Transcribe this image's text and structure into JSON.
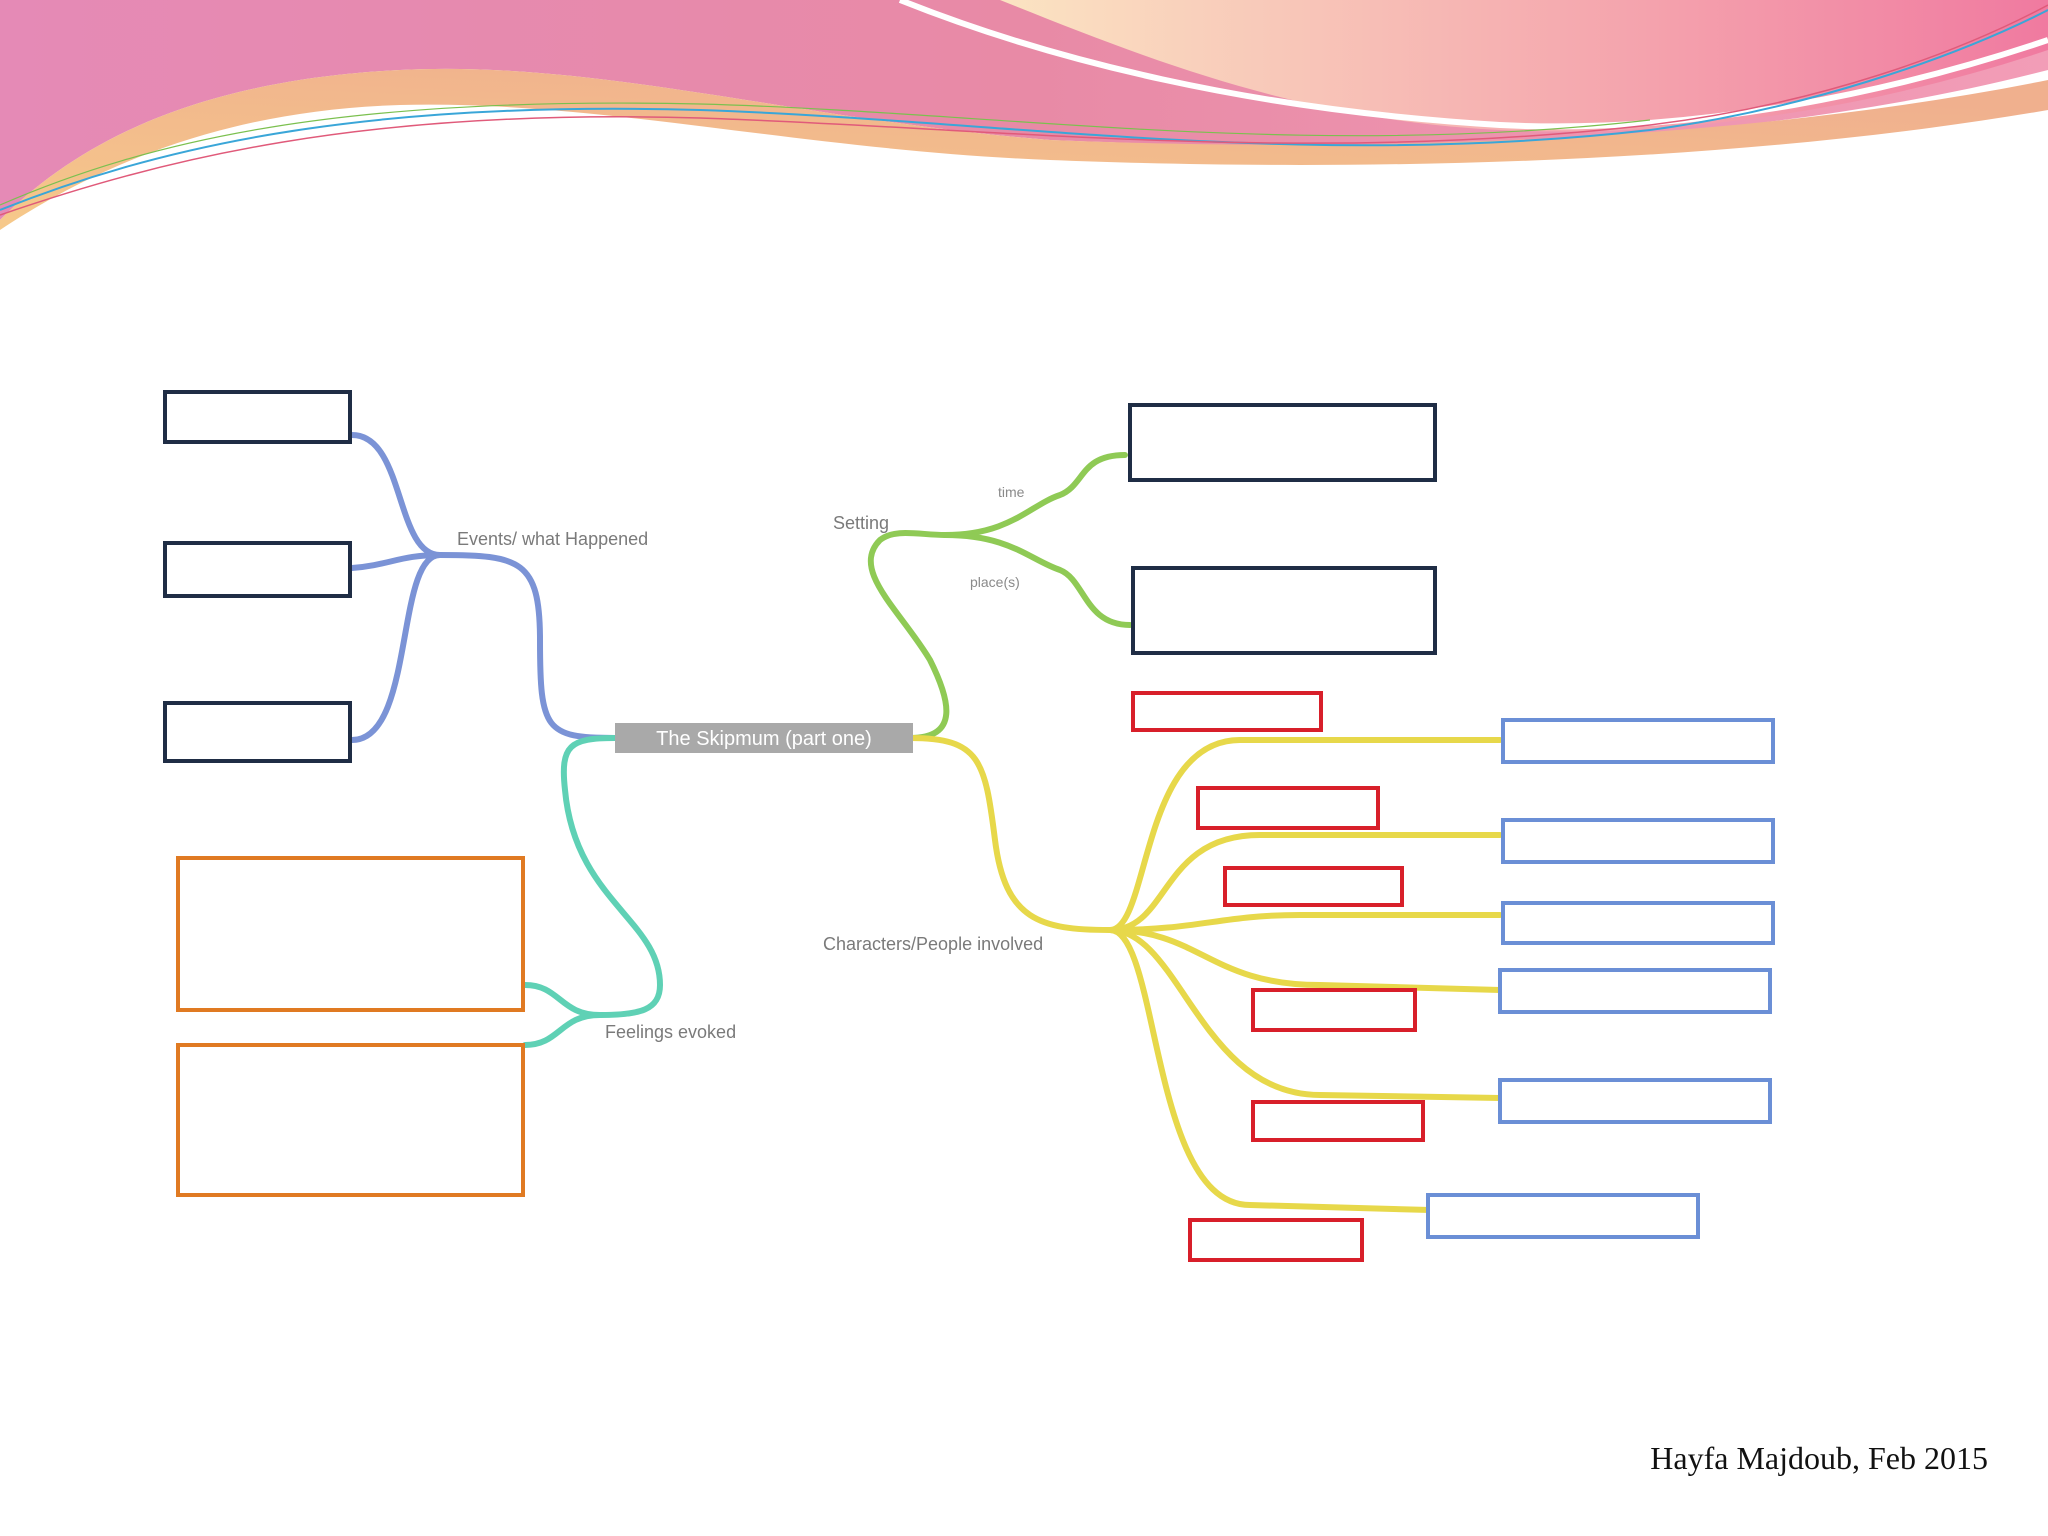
{
  "colors": {
    "events": "#7b93d6",
    "feelings": "#5fd1b5",
    "setting": "#8fca55",
    "characters": "#e7d84a",
    "dark_box": "#1f2d45",
    "orange_box": "#e07a22",
    "red_box": "#d81f2a",
    "blue_box": "#6b8fd6"
  },
  "mindmap": {
    "center": "The Skipmum (part one)",
    "events_label": "Events/ what Happened",
    "feelings_label": "Feelings evoked",
    "setting_label": "Setting",
    "time_label": "time",
    "place_label": "place(s)",
    "characters_label": "Characters/People involved"
  },
  "footer": {
    "credit": "Hayfa Majdoub, Feb 2015"
  }
}
